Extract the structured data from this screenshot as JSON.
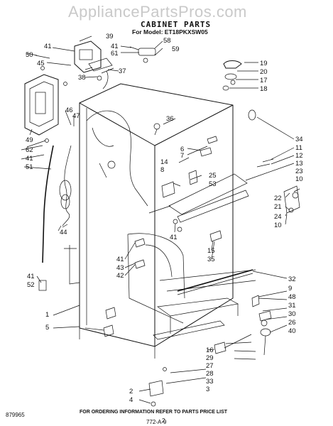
{
  "watermark": "AppliancePartsPros.com",
  "title": "CABINET PARTS",
  "model_line": "For Model: ET18PKXSW05",
  "footer_note": "FOR ORDERING INFORMATION REFER TO PARTS PRICE LIST",
  "doc_number": "879965",
  "page_number": "2",
  "page_code": "772-A-9",
  "callouts": {
    "c1": "1",
    "c2": "2",
    "c3": "3",
    "c4": "4",
    "c5": "5",
    "c6": "6",
    "c7": "7",
    "c8": "8",
    "c9": "9",
    "c10a": "10",
    "c10b": "10",
    "c11": "11",
    "c12": "12",
    "c13": "13",
    "c14": "14",
    "c15": "15",
    "c16": "16",
    "c17": "17",
    "c18": "18",
    "c19": "19",
    "c20": "20",
    "c21": "21",
    "c22": "22",
    "c23": "23",
    "c24": "24",
    "c25": "25",
    "c26": "26",
    "c27": "27",
    "c28": "28",
    "c29": "29",
    "c30": "30",
    "c31": "31",
    "c32": "32",
    "c33": "33",
    "c34": "34",
    "c35": "35",
    "c36": "36",
    "c37": "37",
    "c38": "38",
    "c39": "39",
    "c40": "40",
    "c41a": "41",
    "c41b": "41",
    "c41c": "41",
    "c41d": "41",
    "c41e": "41",
    "c42": "42",
    "c43": "43",
    "c44": "44",
    "c45": "45",
    "c46": "46",
    "c47": "47",
    "c48": "48",
    "c49": "49",
    "c50": "50",
    "c51": "51",
    "c52": "52",
    "c53": "53",
    "c58": "58",
    "c59": "59",
    "c61": "61",
    "c62": "62"
  }
}
